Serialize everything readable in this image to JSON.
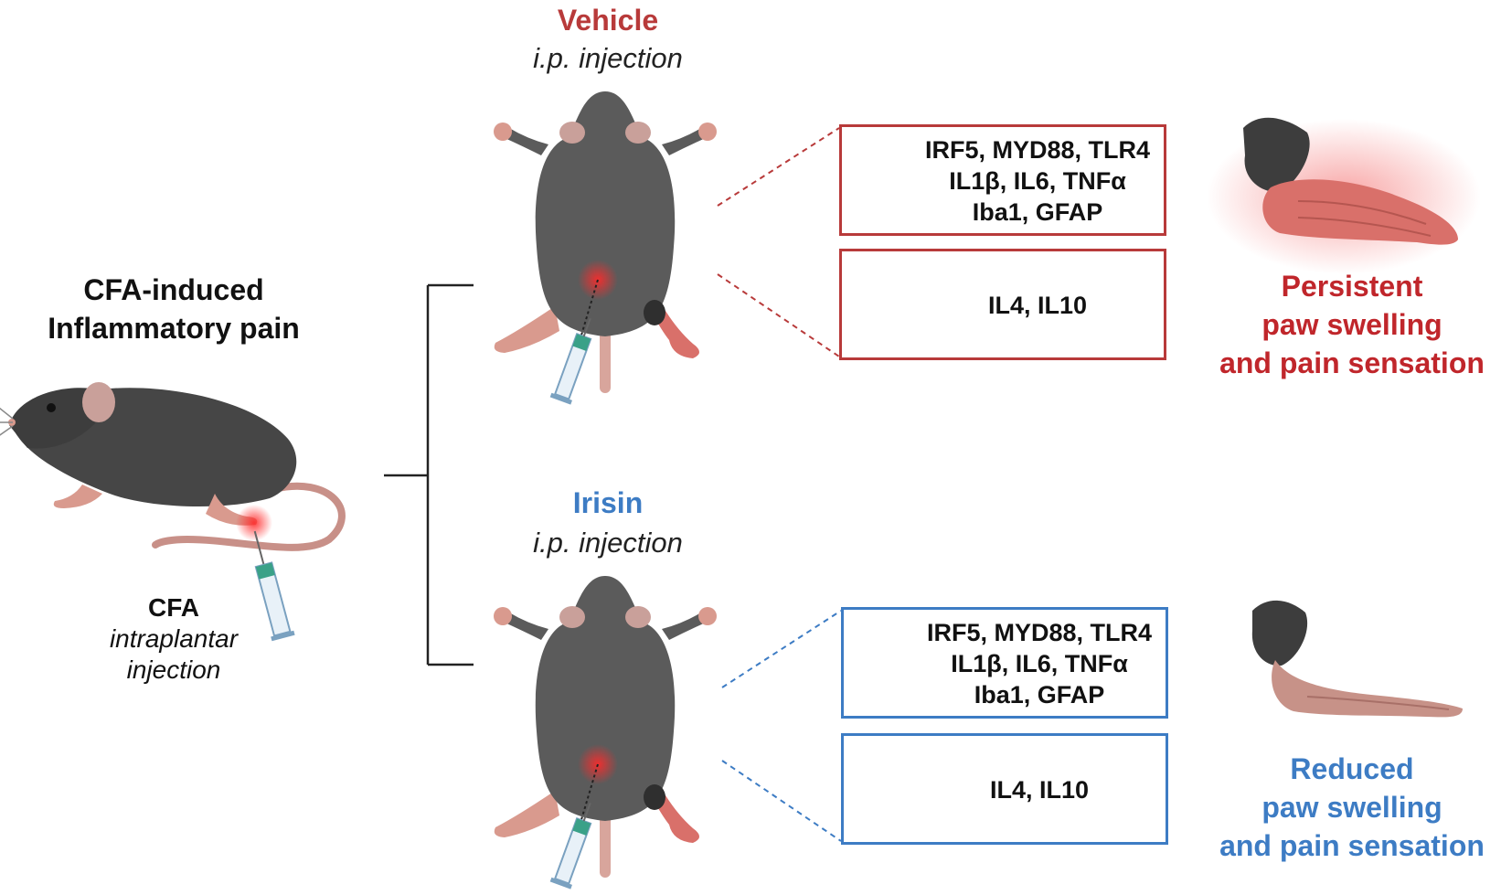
{
  "left": {
    "title_line1": "CFA-induced",
    "title_line2": "Inflammatory pain",
    "cfa_label": "CFA",
    "cfa_sub1": "intraplantar",
    "cfa_sub2": "injection"
  },
  "vehicle": {
    "name": "Vehicle",
    "route": "i.p. injection",
    "up_line1": "IRF5, MYD88, TLR4",
    "up_line2": "IL1β, IL6, TNFα",
    "up_line3": "Iba1, GFAP",
    "down_text": "IL4, IL10",
    "outcome_line1": "Persistent",
    "outcome_line2": "paw swelling",
    "outcome_line3": "and pain sensation"
  },
  "irisin": {
    "name": "Irisin",
    "route": "i.p. injection",
    "down_line1": "IRF5, MYD88, TLR4",
    "down_line2": "IL1β, IL6, TNFα",
    "down_line3": "Iba1, GFAP",
    "up_text": "IL4, IL10",
    "outcome_line1": "Reduced",
    "outcome_line2": "paw swelling",
    "outcome_line3": "and pain sensation"
  },
  "colors": {
    "vehicle_red": "#b83a3a",
    "irisin_blue": "#3d7cc4",
    "mouse_gray": "#5b5b5b",
    "mouse_dark": "#3d3d3d",
    "paw_pink": "#d99a8e",
    "swollen_red": "#d9706a"
  },
  "icons": {
    "side_mouse": "side-view-mouse-icon",
    "syringe": "syringe-icon",
    "top_mouse": "top-view-mouse-icon",
    "arrow_up": "arrow-up-icon",
    "arrow_down": "arrow-down-icon",
    "paw": "paw-icon"
  }
}
